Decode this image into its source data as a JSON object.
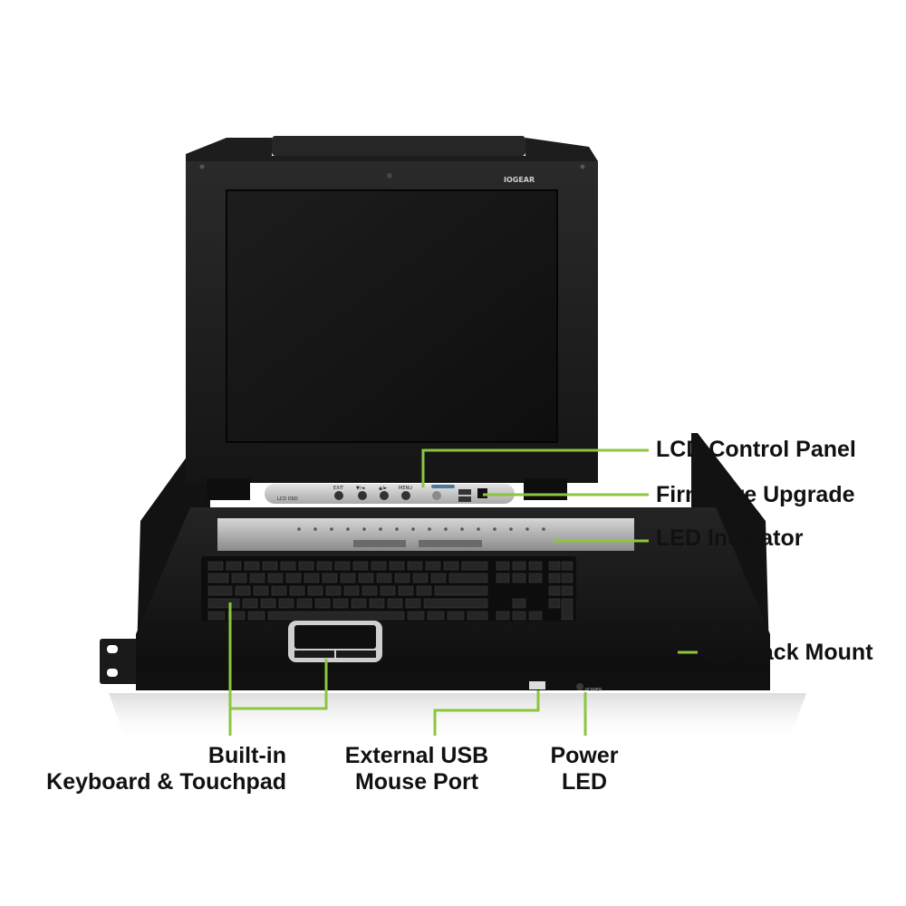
{
  "brand": {
    "logo_text": "IOGEAR"
  },
  "screen": {
    "model_label": "LCD OSD"
  },
  "control_panel": {
    "button_labels": [
      "EXIT",
      "▼/◄",
      "▲/►",
      "MENU"
    ]
  },
  "front_panel": {
    "power_label": "POWER"
  },
  "callouts": {
    "lcd_control_panel": "LCD Control Panel",
    "firmware_upgrade": "Firmware Upgrade",
    "led_indicator": "LED Indicator",
    "rack_mount": "1 U Rack Mount",
    "keyboard_line1": "Built-in",
    "keyboard_line2": "Keyboard & Touchpad",
    "usb_line1": "External USB",
    "usb_line2": "Mouse Port",
    "power_line1": "Power",
    "power_line2": "LED"
  },
  "colors": {
    "leader_line": "#8cc63f",
    "chassis": "#1b1b1b",
    "screen": "#161616",
    "panel_silver": "#c9c9c9",
    "text": "#111111"
  }
}
